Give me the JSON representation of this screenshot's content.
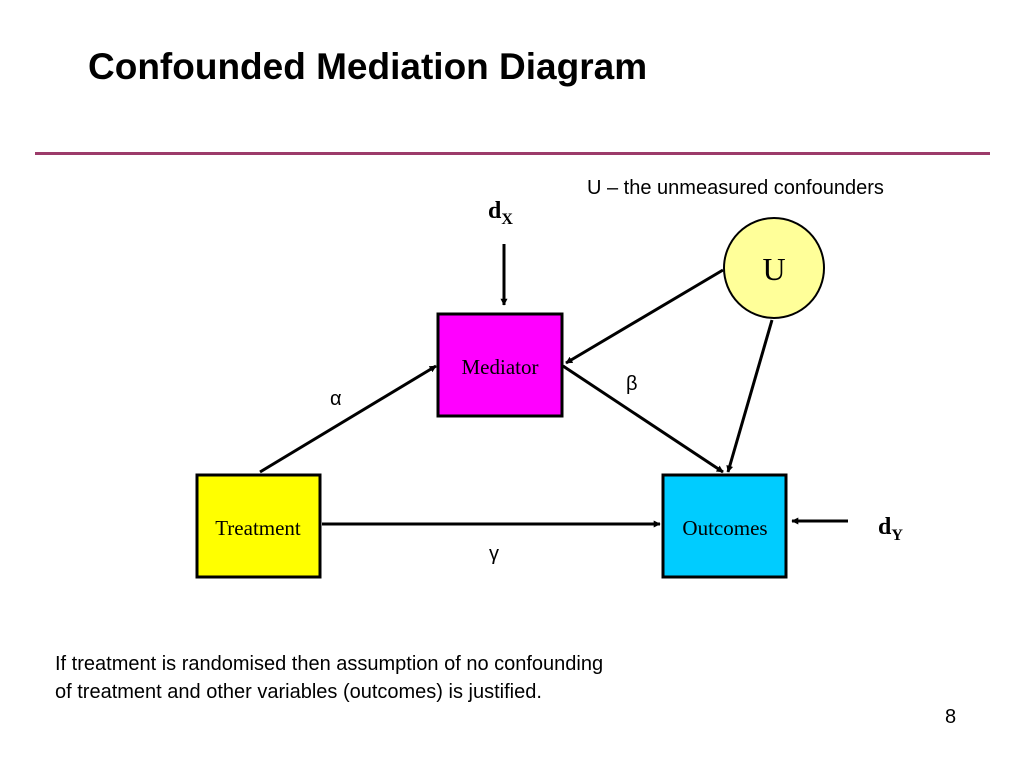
{
  "slide": {
    "title": "Confounded Mediation Diagram",
    "rule_color": "#9c3b6a",
    "page_number": "8"
  },
  "diagram": {
    "legend_note": "U – the unmeasured confounders",
    "nodes": {
      "mediator": {
        "label": "Mediator",
        "fill": "#ff00ff"
      },
      "treatment": {
        "label": "Treatment",
        "fill": "#ffff00"
      },
      "outcomes": {
        "label": "Outcomes",
        "fill": "#00ccff"
      },
      "confounder": {
        "label": "U",
        "fill": "#ffff99"
      }
    },
    "disturbances": {
      "dx": {
        "main": "d",
        "sub": "X"
      },
      "dy": {
        "main": "d",
        "sub": "Y"
      }
    },
    "paths": {
      "alpha": "α",
      "beta": "β",
      "gamma": "γ"
    }
  },
  "footnote": {
    "line1": "If treatment is randomised then assumption of no confounding",
    "line2": "of treatment and other variables (outcomes) is justified."
  }
}
